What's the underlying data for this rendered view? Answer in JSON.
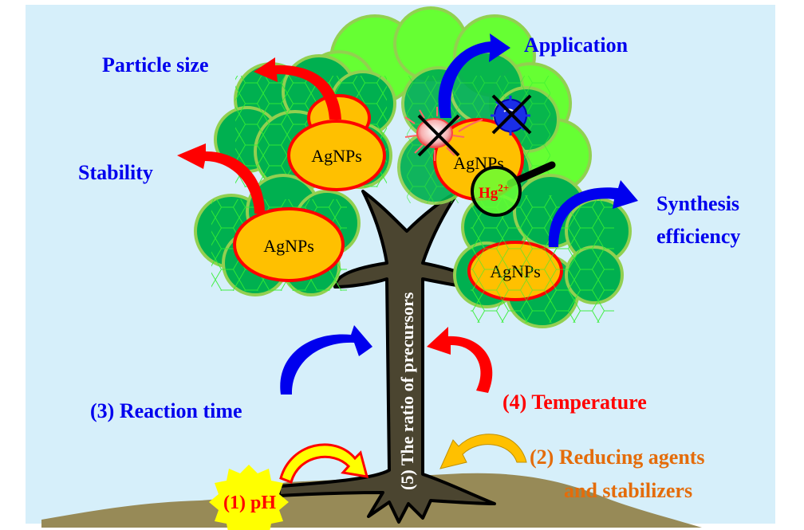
{
  "diagram": {
    "title_concept": "Factors affecting AgNPs synthesis and their influence",
    "colors": {
      "sky": "#d6effa",
      "ground": "#978a57",
      "trunk": "#4b4530",
      "leaf_dark": "#00b050",
      "leaf_light": "#66ff33",
      "leaf_border": "#92d050",
      "np_fill": "#ffc000",
      "np_border": "#ff0000",
      "blue": "#0000ee",
      "red": "#ff0000",
      "orange": "#e46c0a"
    },
    "outcomes": {
      "particle_size": "Particle size",
      "stability": "Stability",
      "application": "Application",
      "synthesis_line1": "Synthesis",
      "synthesis_line2": "efficiency"
    },
    "factors": {
      "ph": "(1) pH",
      "reducing_line1": "(2) Reducing agents",
      "reducing_line2": "and stabilizers",
      "reaction_time": "(3) Reaction time",
      "temperature": "(4) Temperature",
      "precursor_ratio": "(5) The ratio of precursors"
    },
    "nanoparticles": {
      "label": "AgNPs",
      "count": 4
    },
    "sensor": {
      "ion_base": "Hg",
      "ion_charge": "2+"
    }
  }
}
